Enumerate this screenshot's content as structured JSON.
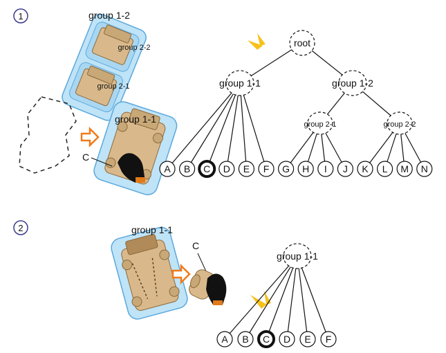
{
  "panels": [
    {
      "step": "1",
      "labels": {
        "group12": "group 1-2",
        "group22": "group 2-2",
        "group21": "group 2-1",
        "group11": "group 1-1",
        "c": "C"
      },
      "tree": {
        "root": "root",
        "group11": "group 1-1",
        "group12": "group 1-2",
        "group21": "group 2-1",
        "group22": "group 2-2",
        "leaves": [
          "A",
          "B",
          "C",
          "D",
          "E",
          "F",
          "G",
          "H",
          "I",
          "J",
          "K",
          "L",
          "M",
          "N"
        ],
        "highlighted": "C"
      }
    },
    {
      "step": "2",
      "labels": {
        "group11": "group 1-1",
        "c": "C"
      },
      "tree": {
        "root": "group 1-1",
        "leaves": [
          "A",
          "B",
          "C",
          "D",
          "E",
          "F"
        ],
        "highlighted": "C"
      }
    }
  ],
  "colors": {
    "group_fill": "#bfe3f7",
    "group_stroke": "#5aa8dc",
    "wood": "#d9b98b",
    "wood_dark": "#b08a58",
    "arrow": "#f07a1a",
    "spark": "#f6c21a",
    "line": "#111111"
  }
}
